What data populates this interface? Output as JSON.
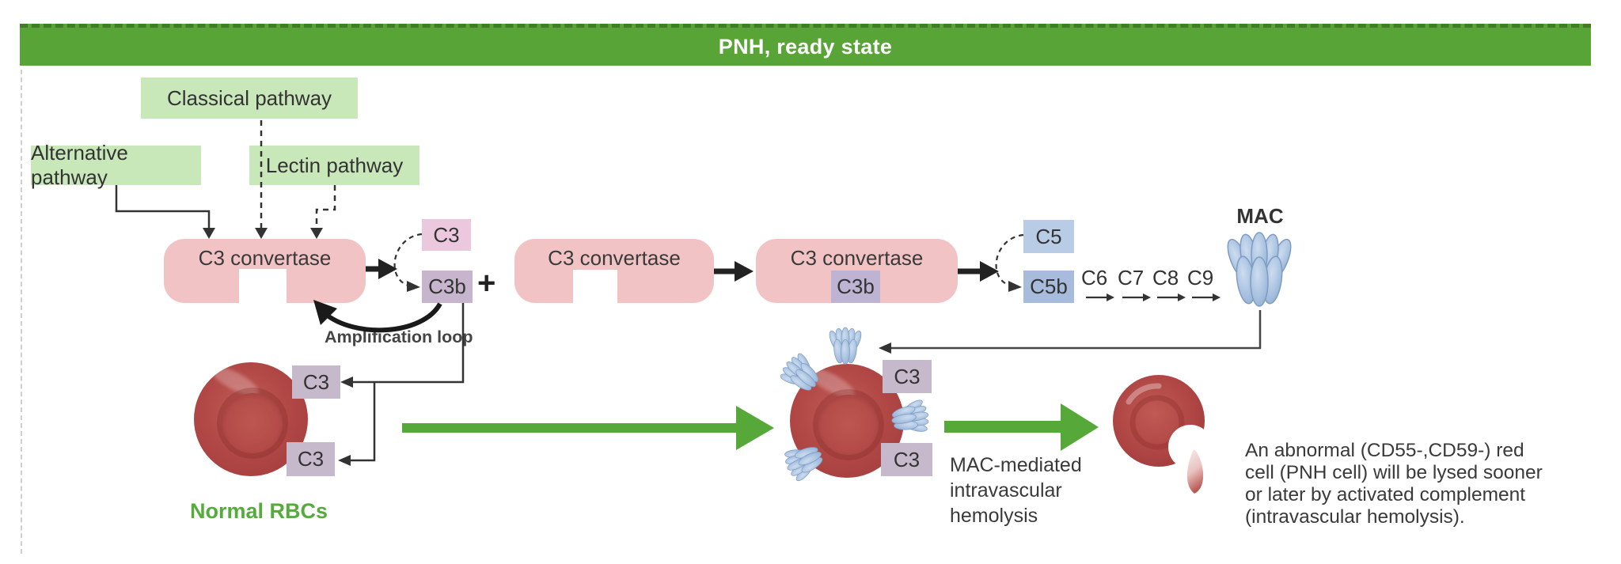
{
  "banner": {
    "title": "PNH, ready state"
  },
  "pathways": {
    "classical": "Classical pathway",
    "alternative": "Alternative pathway",
    "lectin": "Lectin pathway"
  },
  "convertases": {
    "first": "C3 convertase",
    "second": "C3 convertase",
    "third": "C3 convertase",
    "third_bound": "C3b"
  },
  "molecules": {
    "c3": "C3",
    "c3b": "C3b",
    "plus": "+",
    "c5": "C5",
    "c5b": "C5b",
    "cascade": [
      "C6",
      "C7",
      "C8",
      "C9"
    ],
    "mac": "MAC"
  },
  "rbc": {
    "normal_label": "Normal RBCs",
    "normal_tags": [
      "C3",
      "C3"
    ],
    "pnh_tags": [
      "C3",
      "C3"
    ]
  },
  "annotations": {
    "amplification_loop": "Amplification loop",
    "hemolysis_lines": [
      "MAC-mediated",
      "intravascular",
      "hemolysis"
    ],
    "caption_lines": [
      "An abnormal (CD55-,CD59-) red",
      "cell (PNH cell) will be lysed sooner",
      "or later by activated complement",
      "(intravascular hemolysis)."
    ]
  },
  "colors": {
    "banner_green": "#58a437",
    "arrow_green": "#56a839",
    "pathway_green": "#c9e8b9",
    "convertase_pink": "#f2c3c4",
    "c3_pink": "#ecc8df",
    "c3b_mauve": "#c6b5cc",
    "c3_tag_lilac": "#c6b9cb",
    "c3b_bound_periwinkle": "#bfb3d4",
    "c5_blue": "#b9cce5",
    "c5b_blue": "#a7bcdc",
    "mac_blue": "#a9c2e0",
    "rbc_red": "#b24947",
    "text_dark": "#3a3a3a"
  }
}
